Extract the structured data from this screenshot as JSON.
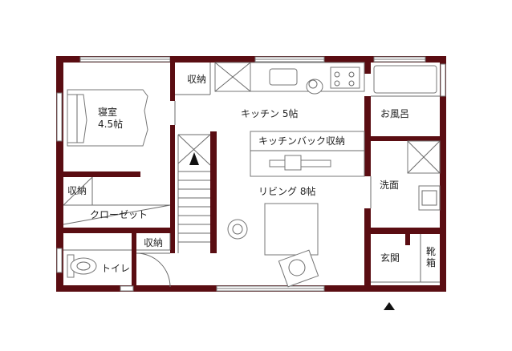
{
  "rooms": {
    "bedroom": {
      "name": "寝室",
      "size": "4.5帖"
    },
    "closet_small": "収納",
    "closet": "クローゼット",
    "storage_kitchen": "収納",
    "kitchen": "キッチン 5帖",
    "bath": "お風呂",
    "kitchen_back": "キッチンバック収納",
    "washroom": "洗面",
    "living": "リビング 8帖",
    "storage_toilet": "収納",
    "toilet": "トイレ",
    "entrance": "玄関",
    "shoe": "靴箱"
  },
  "colors": {
    "wall": "#5a0d12",
    "line": "#6b6b6b"
  },
  "icons": {
    "entrance_marker": "triangle-up-icon",
    "stair_arrow": "arrow-up-icon"
  }
}
